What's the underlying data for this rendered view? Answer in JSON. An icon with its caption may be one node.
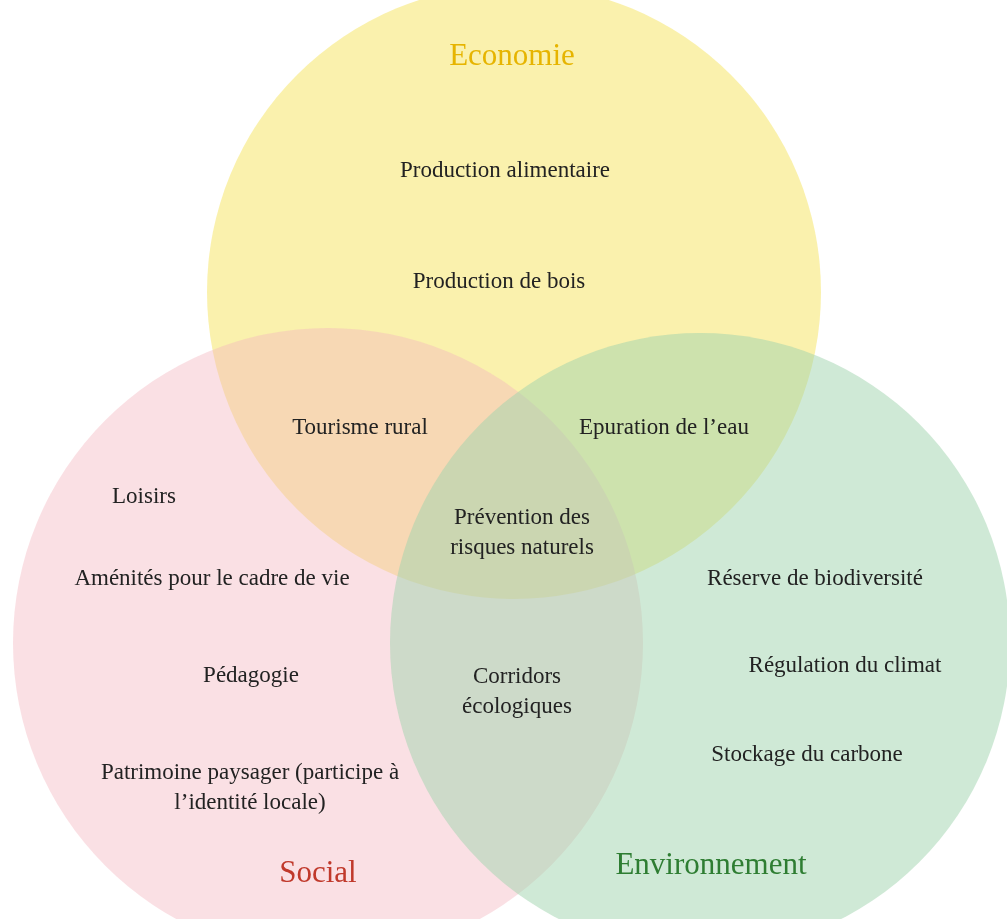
{
  "diagram": {
    "nodes": [
      {
        "text": [
          "Economie",
          "Production alimentaire",
          "Production de bois"
        ]
      },
      {
        "text": [
          "Loisirs",
          "Aménités pour le cadre de vie",
          "Pédagogie",
          "Patrimoine paysager (participe à l’identité locale)",
          "Social"
        ]
      },
      {
        "text": [
          "Réserve de biodiversité",
          "Régulation du climat",
          "Stockage du carbone",
          "Environnement"
        ]
      }
    ],
    "labels": [
      "Tourisme rural",
      "Epuration de l’eau",
      "Prévention des risques naturels",
      "Corridors écologiques"
    ]
  }
}
